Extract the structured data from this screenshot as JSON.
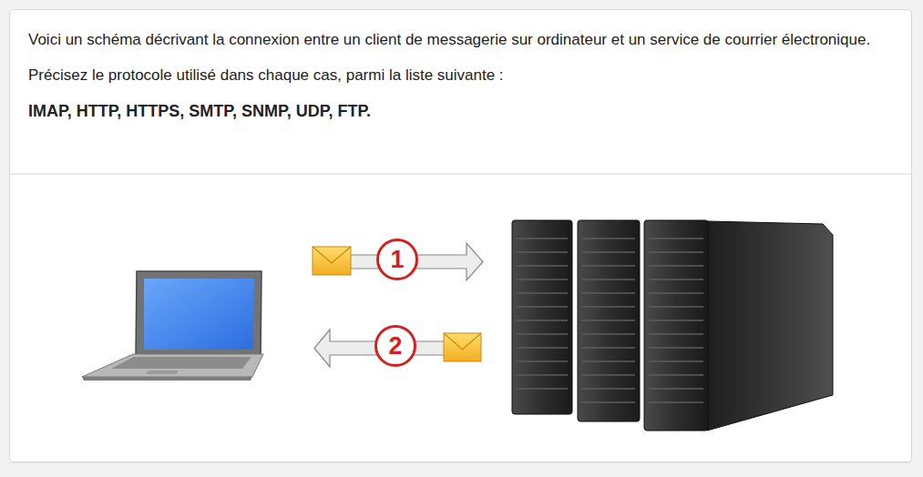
{
  "diagram": {
    "nodes": [
      {
        "text": [
          "Voici un schéma décrivant la connexion entre un client de messagerie sur ordinateur et un service de courrier électronique.",
          "Précisez le protocole utilisé dans chaque cas, parmi la liste suivante :",
          "IMAP, HTTP, HTTPS, SMTP, SNMP, UDP, FTP."
        ]
      },
      {
        "text": [
          "1"
        ],
        "in": 0
      },
      {
        "text": [
          "2"
        ],
        "in": 0
      }
    ]
  }
}
